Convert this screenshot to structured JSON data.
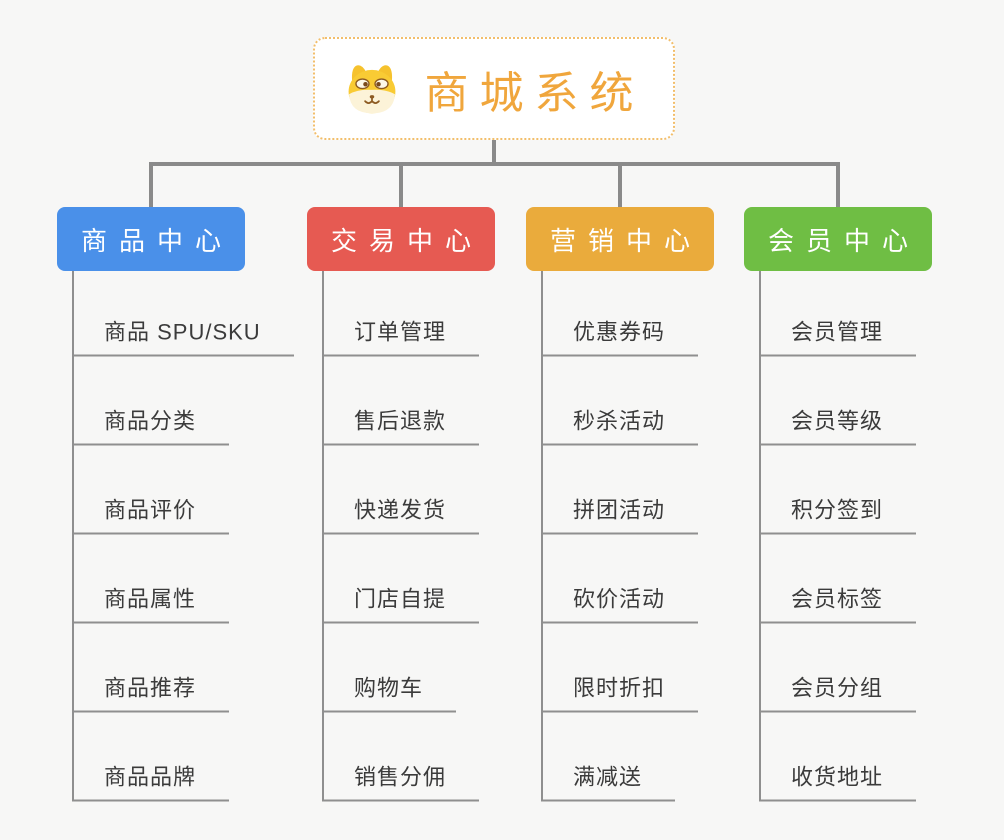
{
  "root": {
    "title": "商城系统",
    "icon": "dog-face-icon",
    "text_color": "#F0A63C",
    "border_color": "#F2BE6B",
    "background": "#FFFFFF"
  },
  "branches": [
    {
      "label": "商品中心",
      "color": "#4A90E9",
      "items": [
        "商品 SPU/SKU",
        "商品分类",
        "商品评价",
        "商品属性",
        "商品推荐",
        "商品品牌"
      ]
    },
    {
      "label": "交易中心",
      "color": "#E65A52",
      "items": [
        "订单管理",
        "售后退款",
        "快递发货",
        "门店自提",
        "购物车",
        "销售分佣"
      ]
    },
    {
      "label": "营销中心",
      "color": "#EAAB3C",
      "items": [
        "优惠券码",
        "秒杀活动",
        "拼团活动",
        "砍价活动",
        "限时折扣",
        "满减送"
      ]
    },
    {
      "label": "会员中心",
      "color": "#6FBE44",
      "items": [
        "会员管理",
        "会员等级",
        "积分签到",
        "会员标签",
        "会员分组",
        "收货地址"
      ]
    }
  ],
  "colors": {
    "background": "#F7F7F6",
    "connector": "#8A8A8A",
    "underline": "#8F8F8F",
    "subtopic_text": "#3B3B3B",
    "branch_text": "#FFFFFF"
  }
}
